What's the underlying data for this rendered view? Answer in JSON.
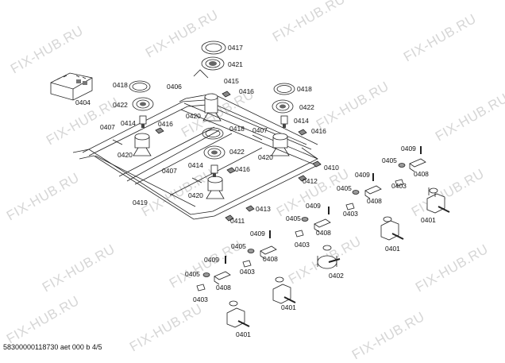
{
  "watermark": "FIX-HUB.RU",
  "footer": "58300000118730 aet 000 b 4/5",
  "parts": {
    "p0417": "0417",
    "p0421": "0421",
    "p0418": "0418",
    "p0406": "0406",
    "p0415": "0415",
    "p0416": "0416",
    "p0404": "0404",
    "p0422": "0422",
    "p0414": "0414",
    "p0420": "0420",
    "p0407": "0407",
    "p0410": "0410",
    "p0412": "0412",
    "p0419": "0419",
    "p0413": "0413",
    "p0411": "0411",
    "p0409": "0409",
    "p0405": "0405",
    "p0408": "0408",
    "p0403": "0403",
    "p0401": "0401",
    "p0402": "0402"
  }
}
